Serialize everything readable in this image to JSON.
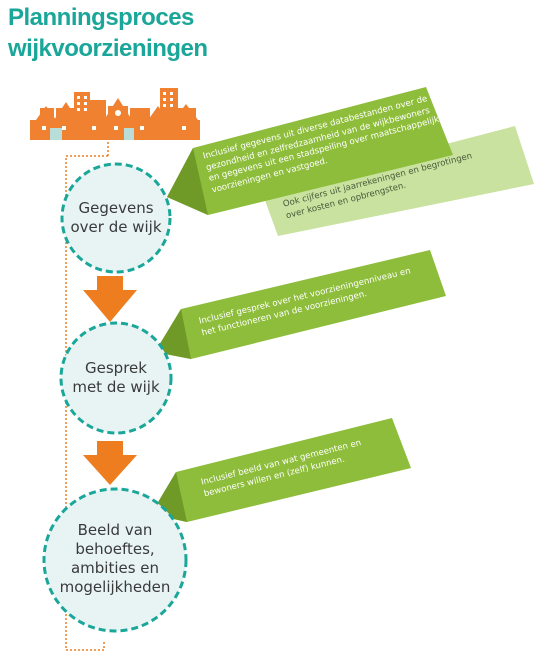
{
  "title": {
    "line1": "Planningsproces",
    "line2": "wijkvoorzieningen"
  },
  "steps": [
    {
      "line1": "Gegevens",
      "line2": "over de wijk"
    },
    {
      "line1": "Gesprek",
      "line2": "met de wijk"
    },
    {
      "line1": "Beeld van",
      "line2": "behoeftes,",
      "line3": "ambities en",
      "line4": "mogelijkheden"
    }
  ],
  "notes": {
    "data": {
      "line1": "Inclusief gegevens uit diverse databestanden over de",
      "line2": "gezondheid en zelfredzaamheid van de wijkbewoners",
      "line3": "en gegevens uit een stadspeiling over maatschappelijke",
      "line4": "voorzieningen en vastgoed."
    },
    "finance": {
      "line1": "Ook cijfers uit jaarrekeningen en begrotingen",
      "line2": "over kosten en opbrengsten."
    },
    "conversation": {
      "line1": "Inclusief gesprek over het voorzieningenniveau en",
      "line2": "het functioneren van de voorzieningen."
    },
    "picture": {
      "line1": "Inclusief beeld van wat gemeenten en",
      "line2": "bewoners willen en (zelf) kunnen."
    }
  },
  "colors": {
    "title": "#1aa699",
    "orange": "#ee7d1f",
    "circle_fill": "#e8f4f4",
    "circle_border": "#1aa699",
    "green": "#8dbd3a",
    "green_light": "#c9e29f",
    "building": "#f08131"
  }
}
